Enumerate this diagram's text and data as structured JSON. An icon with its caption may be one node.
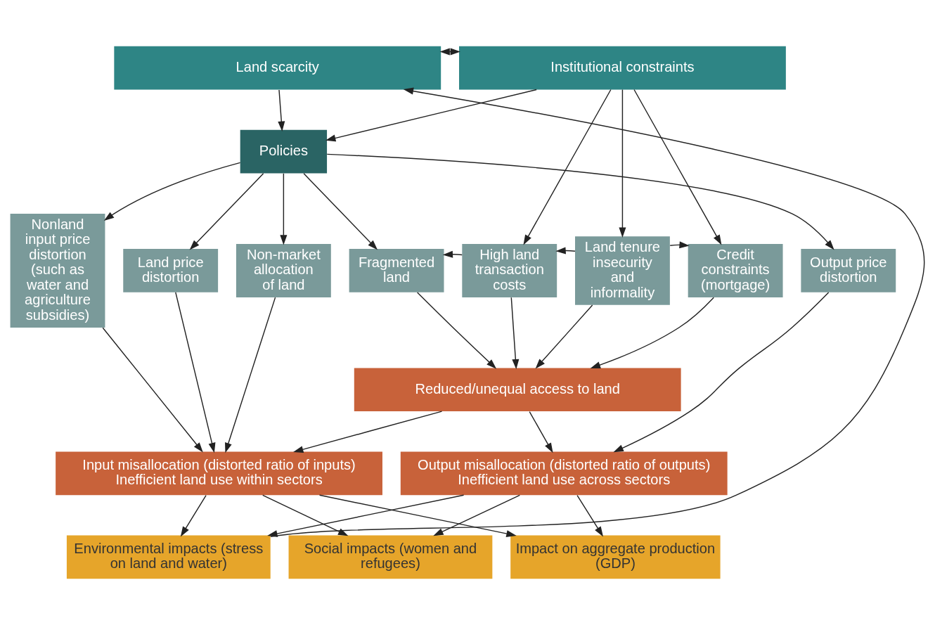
{
  "diagram": {
    "nodes": [
      {
        "text": [
          "Land scarcity"
        ]
      },
      {
        "text": [
          "Institutional constraints"
        ]
      },
      {
        "text": [
          "Policies"
        ]
      },
      {
        "text": [
          "Nonland input price distortion (such as water and agriculture subsidies)"
        ]
      },
      {
        "text": [
          "Land price distortion"
        ]
      },
      {
        "text": [
          "Non-market allocation of land"
        ]
      },
      {
        "text": [
          "Fragmented land"
        ]
      },
      {
        "text": [
          "High land transaction costs"
        ]
      },
      {
        "text": [
          "Land tenure insecurity and informality"
        ]
      },
      {
        "text": [
          "Credit constraints (mortgage)"
        ]
      },
      {
        "text": [
          "Output price distortion"
        ]
      },
      {
        "text": [
          "Reduced/unequal access to land"
        ]
      },
      {
        "text": [
          "Input misallocation (distorted ratio of inputs)",
          "Inefficient land use within sectors"
        ]
      },
      {
        "text": [
          "Output misallocation (distorted ratio of outputs)",
          "Inefficient land use across sectors"
        ]
      },
      {
        "text": [
          "Environmental impacts (stress on land and water)"
        ]
      },
      {
        "text": [
          "Social impacts (women and refugees)"
        ]
      },
      {
        "text": [
          "Impact on aggregate production (GDP)"
        ]
      }
    ],
    "edges": [
      {
        "from": 0,
        "to": 1,
        "arrow": "both"
      },
      {
        "from": 0,
        "to": 2,
        "arrow": "to"
      },
      {
        "from": 1,
        "to": 2,
        "arrow": "to"
      },
      {
        "from": 2,
        "to": 3,
        "arrow": "to"
      },
      {
        "from": 2,
        "to": 4,
        "arrow": "to"
      },
      {
        "from": 2,
        "to": 5,
        "arrow": "to"
      },
      {
        "from": 2,
        "to": 6,
        "arrow": "to"
      },
      {
        "from": 2,
        "to": 10,
        "arrow": "to"
      },
      {
        "from": 1,
        "to": 7,
        "arrow": "to"
      },
      {
        "from": 1,
        "to": 8,
        "arrow": "to"
      },
      {
        "from": 1,
        "to": 9,
        "arrow": "to"
      },
      {
        "from": 7,
        "to": 6,
        "arrow": "to"
      },
      {
        "from": 8,
        "to": 7,
        "arrow": "to"
      },
      {
        "from": 8,
        "to": 9,
        "arrow": "to"
      },
      {
        "from": 6,
        "to": 11,
        "arrow": "to"
      },
      {
        "from": 7,
        "to": 11,
        "arrow": "to"
      },
      {
        "from": 8,
        "to": 11,
        "arrow": "to"
      },
      {
        "from": 9,
        "to": 11,
        "arrow": "to"
      },
      {
        "from": 3,
        "to": 12,
        "arrow": "to"
      },
      {
        "from": 4,
        "to": 12,
        "arrow": "to"
      },
      {
        "from": 5,
        "to": 12,
        "arrow": "to"
      },
      {
        "from": 11,
        "to": 12,
        "arrow": "to"
      },
      {
        "from": 11,
        "to": 13,
        "arrow": "to"
      },
      {
        "from": 10,
        "to": 13,
        "arrow": "to"
      },
      {
        "from": 12,
        "to": 14,
        "arrow": "to"
      },
      {
        "from": 12,
        "to": 15,
        "arrow": "to"
      },
      {
        "from": 12,
        "to": 16,
        "arrow": "to"
      },
      {
        "from": 13,
        "to": 14,
        "arrow": "to"
      },
      {
        "from": 13,
        "to": 15,
        "arrow": "to"
      },
      {
        "from": 13,
        "to": 16,
        "arrow": "to"
      },
      {
        "from": 14,
        "to": 0,
        "arrow": "to"
      }
    ]
  }
}
